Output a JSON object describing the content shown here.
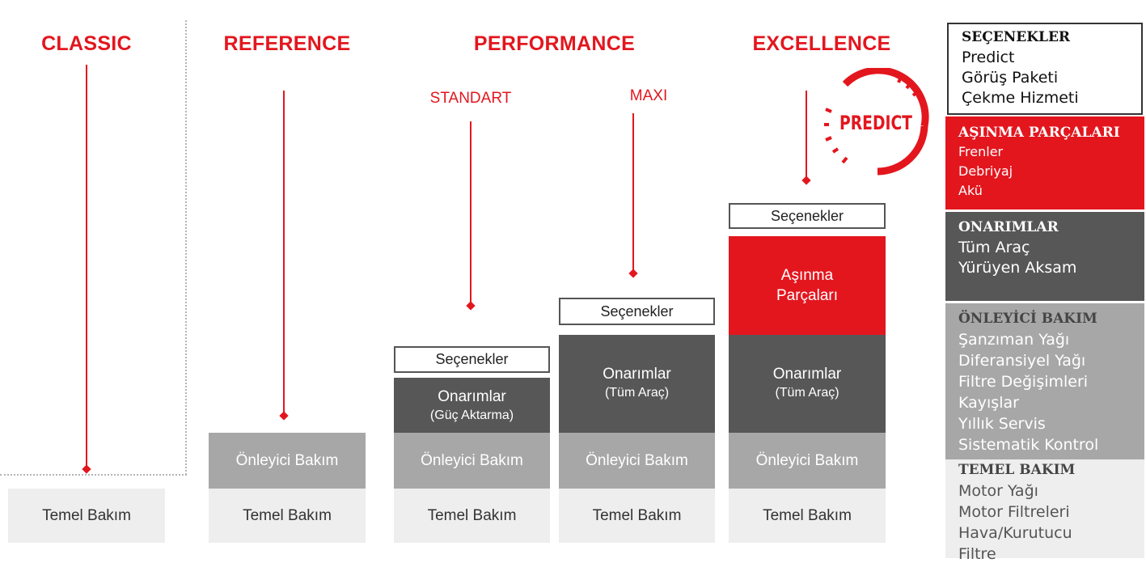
{
  "tiers": {
    "classic": "CLASSIC",
    "reference": "REFERENCE",
    "performance": "PERFORMANCE",
    "excellence": "EXCELLENCE"
  },
  "performance_variants": {
    "standart": "STANDART",
    "maxi": "MAXI"
  },
  "predict_logo": "PREDICT",
  "blocks": {
    "temel": "Temel Bakım",
    "onleyici": "Önleyici Bakım",
    "secenekler": "Seçenekler",
    "onarimlar": "Onarımlar",
    "guc_aktarma": "(Güç Aktarma)",
    "tum_arac": "(Tüm Araç)",
    "asinma_line1": "Aşınma",
    "asinma_line2": "Parçaları"
  },
  "legend": {
    "secenekler": {
      "title": "SEÇENEKLER",
      "items": [
        "Predict",
        "Görüş Paketi",
        "Çekme Hizmeti"
      ]
    },
    "asinma": {
      "title": "AŞINMA PARÇALARI",
      "items": [
        "Frenler",
        "Debriyaj",
        "Akü"
      ]
    },
    "onarimlar": {
      "title": "ONARIMLAR",
      "items": [
        "Tüm Araç",
        "Yürüyen Aksam"
      ]
    },
    "onleyici": {
      "title": "ÖNLEYİCİ BAKIM",
      "items": [
        "Şanzıman Yağı",
        "Diferansiyel Yağı",
        "Filtre Değişimleri",
        "Kayışlar",
        "Yıllık Servis",
        "Sistematik Kontrol"
      ]
    },
    "temel": {
      "title": "TEMEL BAKIM",
      "items": [
        "Motor Yağı",
        "Motor Filtreleri",
        "Hava/Kurutucu",
        "Filtre"
      ]
    }
  },
  "colors": {
    "accent_red": "#e3161e",
    "dark_grey": "#575757",
    "mid_grey": "#a7a7a7",
    "light_grey": "#eeeeee"
  }
}
